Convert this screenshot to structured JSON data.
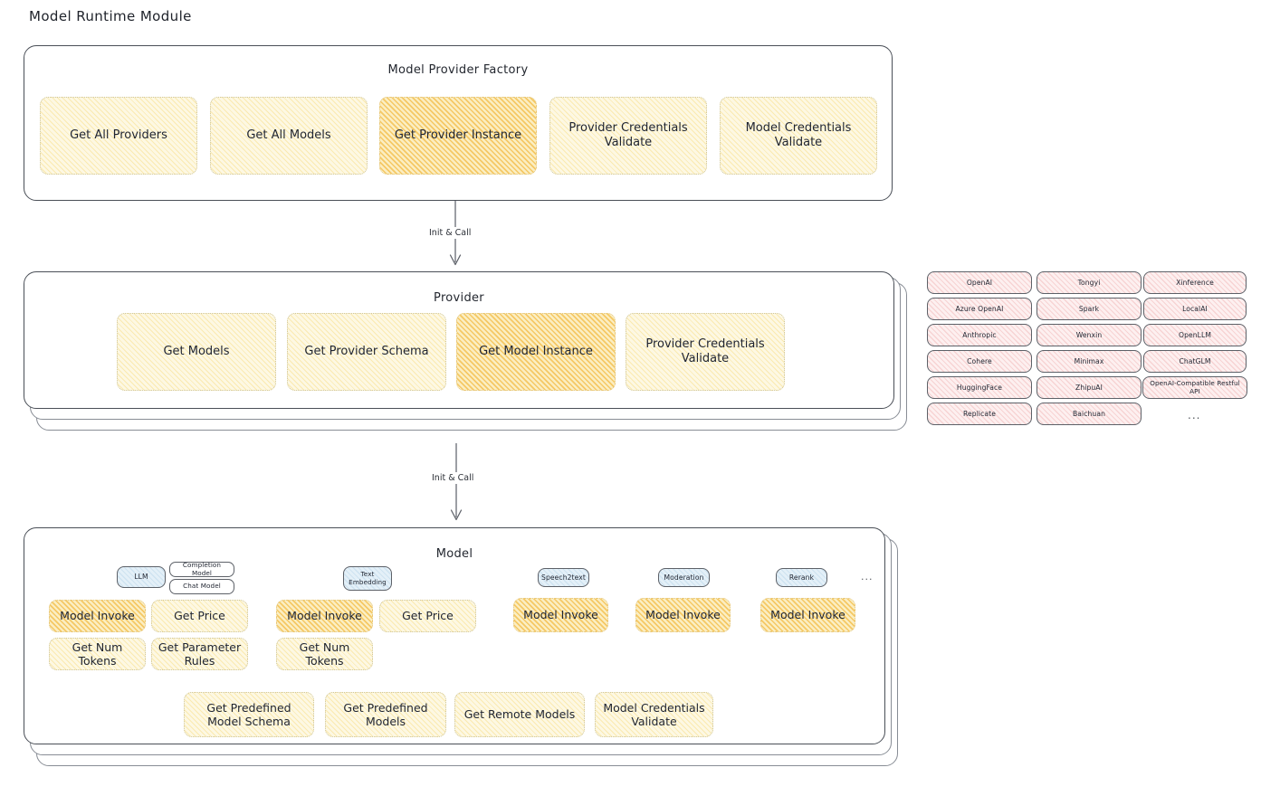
{
  "title": "Model Runtime Module",
  "sections": {
    "factory": {
      "title": "Model Provider Factory",
      "nodes": [
        {
          "label": "Get All Providers",
          "highlight": false
        },
        {
          "label": "Get All Models",
          "highlight": false
        },
        {
          "label": "Get Provider Instance",
          "highlight": true
        },
        {
          "label": "Provider Credentials Validate",
          "highlight": false
        },
        {
          "label": "Model Credentials Validate",
          "highlight": false
        }
      ]
    },
    "provider": {
      "title": "Provider",
      "nodes": [
        {
          "label": "Get Models",
          "highlight": false
        },
        {
          "label": "Get Provider Schema",
          "highlight": false
        },
        {
          "label": "Get Model Instance",
          "highlight": true
        },
        {
          "label": "Provider Credentials Validate",
          "highlight": false
        }
      ]
    },
    "model": {
      "title": "Model",
      "types": [
        {
          "name": "LLM",
          "sub": [
            "Completion Model",
            "Chat Model"
          ]
        },
        {
          "name": "Text Embedding",
          "sub": []
        },
        {
          "name": "Speech2text",
          "sub": []
        },
        {
          "name": "Moderation",
          "sub": []
        },
        {
          "name": "Rerank",
          "sub": []
        }
      ],
      "more": "...",
      "llm_ops": [
        {
          "label": "Model Invoke",
          "highlight": true
        },
        {
          "label": "Get Price",
          "highlight": false
        },
        {
          "label": "Get Num Tokens",
          "highlight": false
        },
        {
          "label": "Get Parameter Rules",
          "highlight": false
        }
      ],
      "embedding_ops": [
        {
          "label": "Model Invoke",
          "highlight": true
        },
        {
          "label": "Get Price",
          "highlight": false
        },
        {
          "label": "Get Num Tokens",
          "highlight": false
        }
      ],
      "speech2text_ops": [
        {
          "label": "Model Invoke",
          "highlight": true
        }
      ],
      "moderation_ops": [
        {
          "label": "Model Invoke",
          "highlight": true
        }
      ],
      "rerank_ops": [
        {
          "label": "Model Invoke",
          "highlight": true
        }
      ],
      "common_ops": [
        {
          "label": "Get Predefined Model Schema"
        },
        {
          "label": "Get Predefined Models"
        },
        {
          "label": "Get Remote Models"
        },
        {
          "label": "Model Credentials Validate"
        }
      ]
    }
  },
  "arrows": [
    {
      "label": "Init & Call"
    },
    {
      "label": "Init & Call"
    }
  ],
  "provider_list": {
    "columns": [
      {
        "items": [
          "OpenAI",
          "Azure OpenAI",
          "Anthropic",
          "Cohere",
          "HuggingFace",
          "Replicate"
        ]
      },
      {
        "items": [
          "Tongyi",
          "Spark",
          "Wenxin",
          "Minimax",
          "ZhipuAI",
          "Baichuan"
        ]
      },
      {
        "items": [
          "Xinference",
          "LocalAI",
          "OpenLLM",
          "ChatGLM",
          "OpenAI-Compatible Restful API"
        ]
      }
    ],
    "more": "..."
  },
  "colors": {
    "highlight_fill": "#f2b02b",
    "light_fill": "#fdf8e3",
    "provider_fill": "#fdf0f0",
    "type_chip_fill": "#e4f0f8",
    "stroke": "#4a4f57"
  }
}
